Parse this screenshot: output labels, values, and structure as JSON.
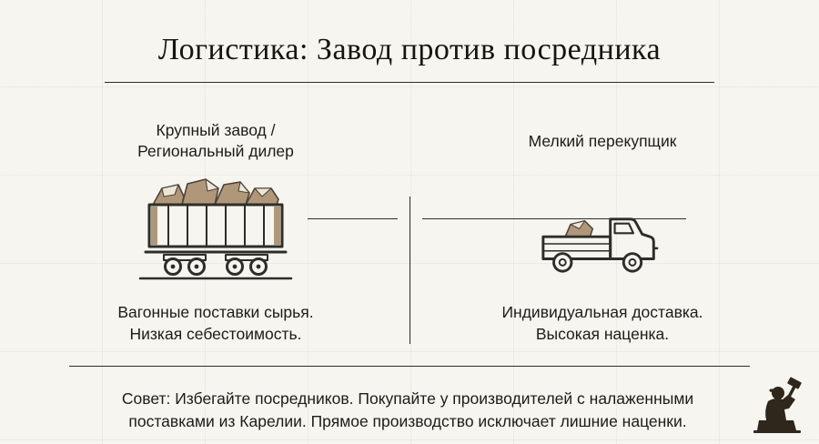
{
  "title": "Логистика: Завод против посредника",
  "left_column": {
    "heading_line1": "Крупный завод /",
    "heading_line2": "Региональный дилер",
    "icon": "freight-wagon-with-rocks-icon",
    "caption_line1": "Вагонные поставки сырья.",
    "caption_line2": "Низкая себестоимость."
  },
  "right_column": {
    "heading": "Мелкий перекупщик",
    "icon": "pickup-truck-with-rock-icon",
    "caption_line1": "Индивидуальная доставка.",
    "caption_line2": "Высокая наценка."
  },
  "footer": {
    "tip_line1": "Совет: Избегайте посредников. Покупайте у производителей с налаженными",
    "tip_line2": "поставками из Карелии. Прямое производство исключает лишние наценки.",
    "logo": "stonemason-worker-logo"
  },
  "colors": {
    "background": "#f6f5ef",
    "text": "#1b1a17",
    "accent_tan": "#b1977a",
    "line": "#2e2d2a",
    "logo_ink": "#2f261c"
  }
}
